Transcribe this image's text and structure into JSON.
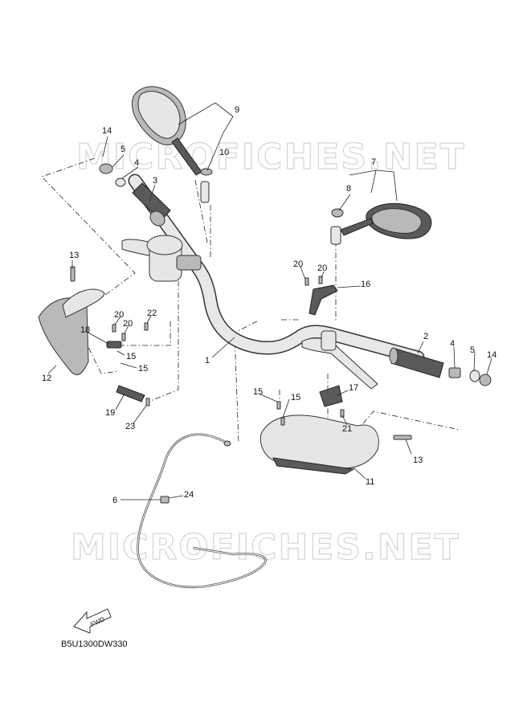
{
  "diagram": {
    "watermark_text": "MICROFICHES.NET",
    "diagram_code": "B5U1300DW330",
    "fwd_label": "FWD",
    "callouts": {
      "c1": "1",
      "c2": "2",
      "c3": "3",
      "c4a": "4",
      "c4b": "4",
      "c5a": "5",
      "c5b": "5",
      "c6": "6",
      "c7": "7",
      "c8": "8",
      "c9": "9",
      "c10": "10",
      "c11": "11",
      "c12": "12",
      "c13a": "13",
      "c13b": "13",
      "c14a": "14",
      "c14b": "14",
      "c15a": "15",
      "c15b": "15",
      "c15c": "15",
      "c15d": "15",
      "c16": "16",
      "c17": "17",
      "c18": "18",
      "c19": "19",
      "c20a": "20",
      "c20b": "20",
      "c20c": "20",
      "c20d": "20",
      "c21": "21",
      "c22": "22",
      "c23": "23",
      "c24": "24"
    }
  }
}
